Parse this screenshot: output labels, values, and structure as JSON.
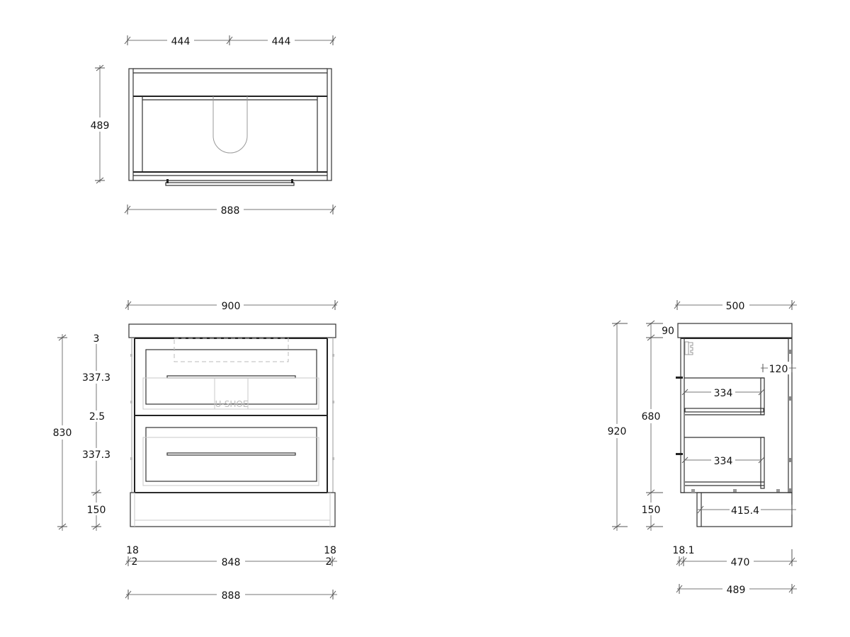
{
  "drawing": {
    "top_view": {
      "dims": {
        "half_left": "444",
        "half_right": "444",
        "depth": "489",
        "width": "888"
      }
    },
    "front_view": {
      "dims": {
        "overall_width": "900",
        "top_gap": "3",
        "drawer_upper": "337.3",
        "mid_gap": "2.5",
        "drawer_lower": "337.3",
        "plinth": "150",
        "overall_height": "830",
        "side_left_top": "18",
        "side_left_bottom": "2",
        "inner_width": "848",
        "side_right_top": "18",
        "side_right_bottom": "2",
        "carcass_width": "888"
      },
      "watermark": "U-SHOE"
    },
    "side_view": {
      "dims": {
        "overall_depth": "500",
        "top_thickness": "90",
        "carcass_height": "680",
        "overall_height": "920",
        "plinth": "150",
        "back_gap": "120",
        "drawer_depth_upper": "334",
        "drawer_depth_lower": "334",
        "plinth_depth": "415.4",
        "door_thickness": "18.1",
        "inner_depth": "470",
        "carcass_depth": "489"
      }
    }
  }
}
